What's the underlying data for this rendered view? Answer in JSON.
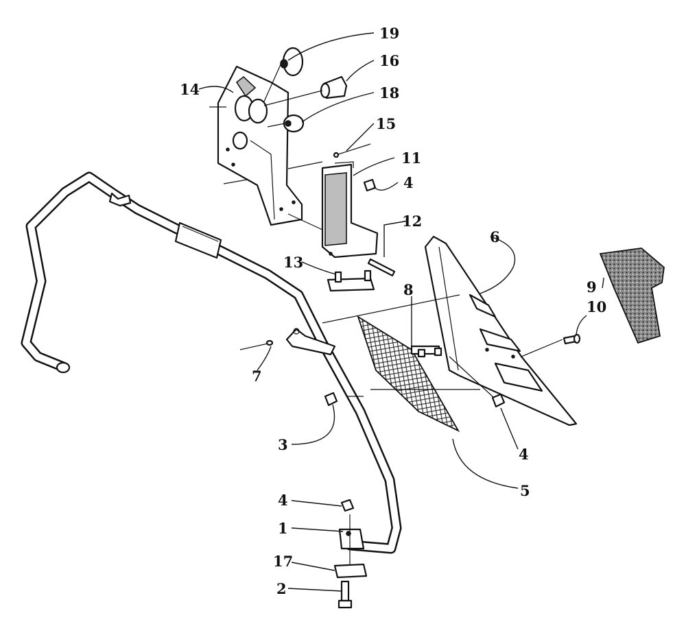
{
  "callouts": [
    "19",
    "16",
    "14",
    "18",
    "15",
    "11",
    "4",
    "12",
    "13",
    "6",
    "8",
    "9",
    "10",
    "7",
    "3",
    "4",
    "5",
    "4",
    "1",
    "17",
    "2"
  ]
}
